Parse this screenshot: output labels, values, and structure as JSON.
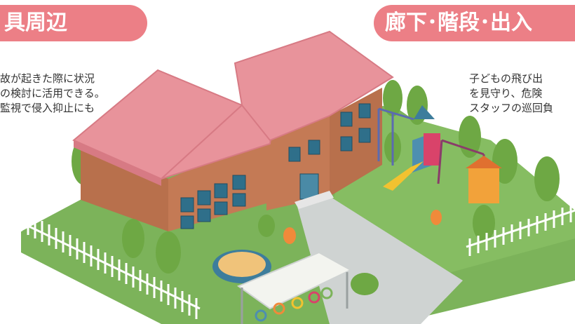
{
  "left_heading": "具周辺",
  "left_description": [
    "故が起きた際に状況",
    "の検討に活用できる。",
    "監視で侵入抑止にも"
  ],
  "right_heading": "廊下･階段･出入",
  "right_description": [
    "子どもの飛び出",
    "を見守り、危険",
    "スタッフの巡回負"
  ],
  "colors": {
    "heading_bg": "#ec7f86",
    "heading_text": "#ffffff",
    "roof": "#e8939b",
    "brick": "#c47a55",
    "grass": "#7cb35a",
    "path": "#cfd3d2",
    "fence": "#ffffff",
    "tree": "#6ea844"
  },
  "scene_items": [
    "school-building",
    "playground-slide",
    "swing-set",
    "spring-riders",
    "sandpit",
    "bicycle-shelter",
    "picket-fence",
    "trees"
  ]
}
